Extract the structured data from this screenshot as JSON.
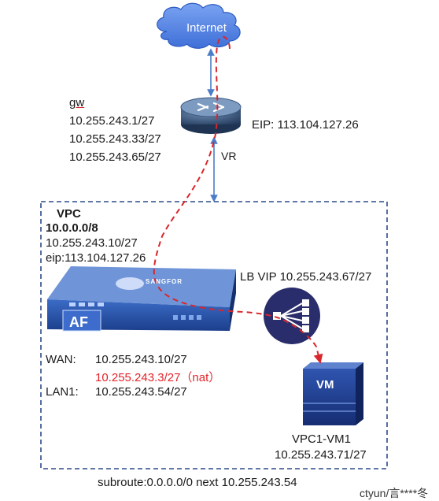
{
  "internet_label": "Internet",
  "router": {
    "gw_label": "gw",
    "gw_ips": [
      "10.255.243.1/27",
      "10.255.243.33/27",
      "10.255.243.65/27"
    ],
    "label": "VR",
    "eip": "EIP:  113.104.127.26"
  },
  "vpc": {
    "title": "VPC",
    "cidr": "10.0.0.0/8",
    "af_ip": "10.255.243.10/27",
    "af_eip": "eip:113.104.127.26"
  },
  "af": {
    "badge": "AF",
    "logo": "SANGFOR",
    "wan_label": "WAN:",
    "wan_ip": "10.255.243.10/27",
    "wan_nat": "10.255.243.3/27（nat）",
    "lan_label": "LAN1:",
    "lan_ip": "10.255.243.54/27"
  },
  "lb": {
    "label": "LB VIP 10.255.243.67/27"
  },
  "vm": {
    "badge": "VM",
    "name": "VPC1-VM1",
    "ip": "10.255.243.71/27"
  },
  "subroute": "subroute:0.0.0.0/0 next 10.255.243.54",
  "watermark": "ctyun/言****冬",
  "colors": {
    "cloud_fill": "#5a86e8",
    "link": "#4a7cc7",
    "traffic": "#d9262c",
    "vpc_border": "#2b4a8a",
    "lb_fill": "#2a2d6b",
    "vm_fill": "#1f3b8f"
  }
}
